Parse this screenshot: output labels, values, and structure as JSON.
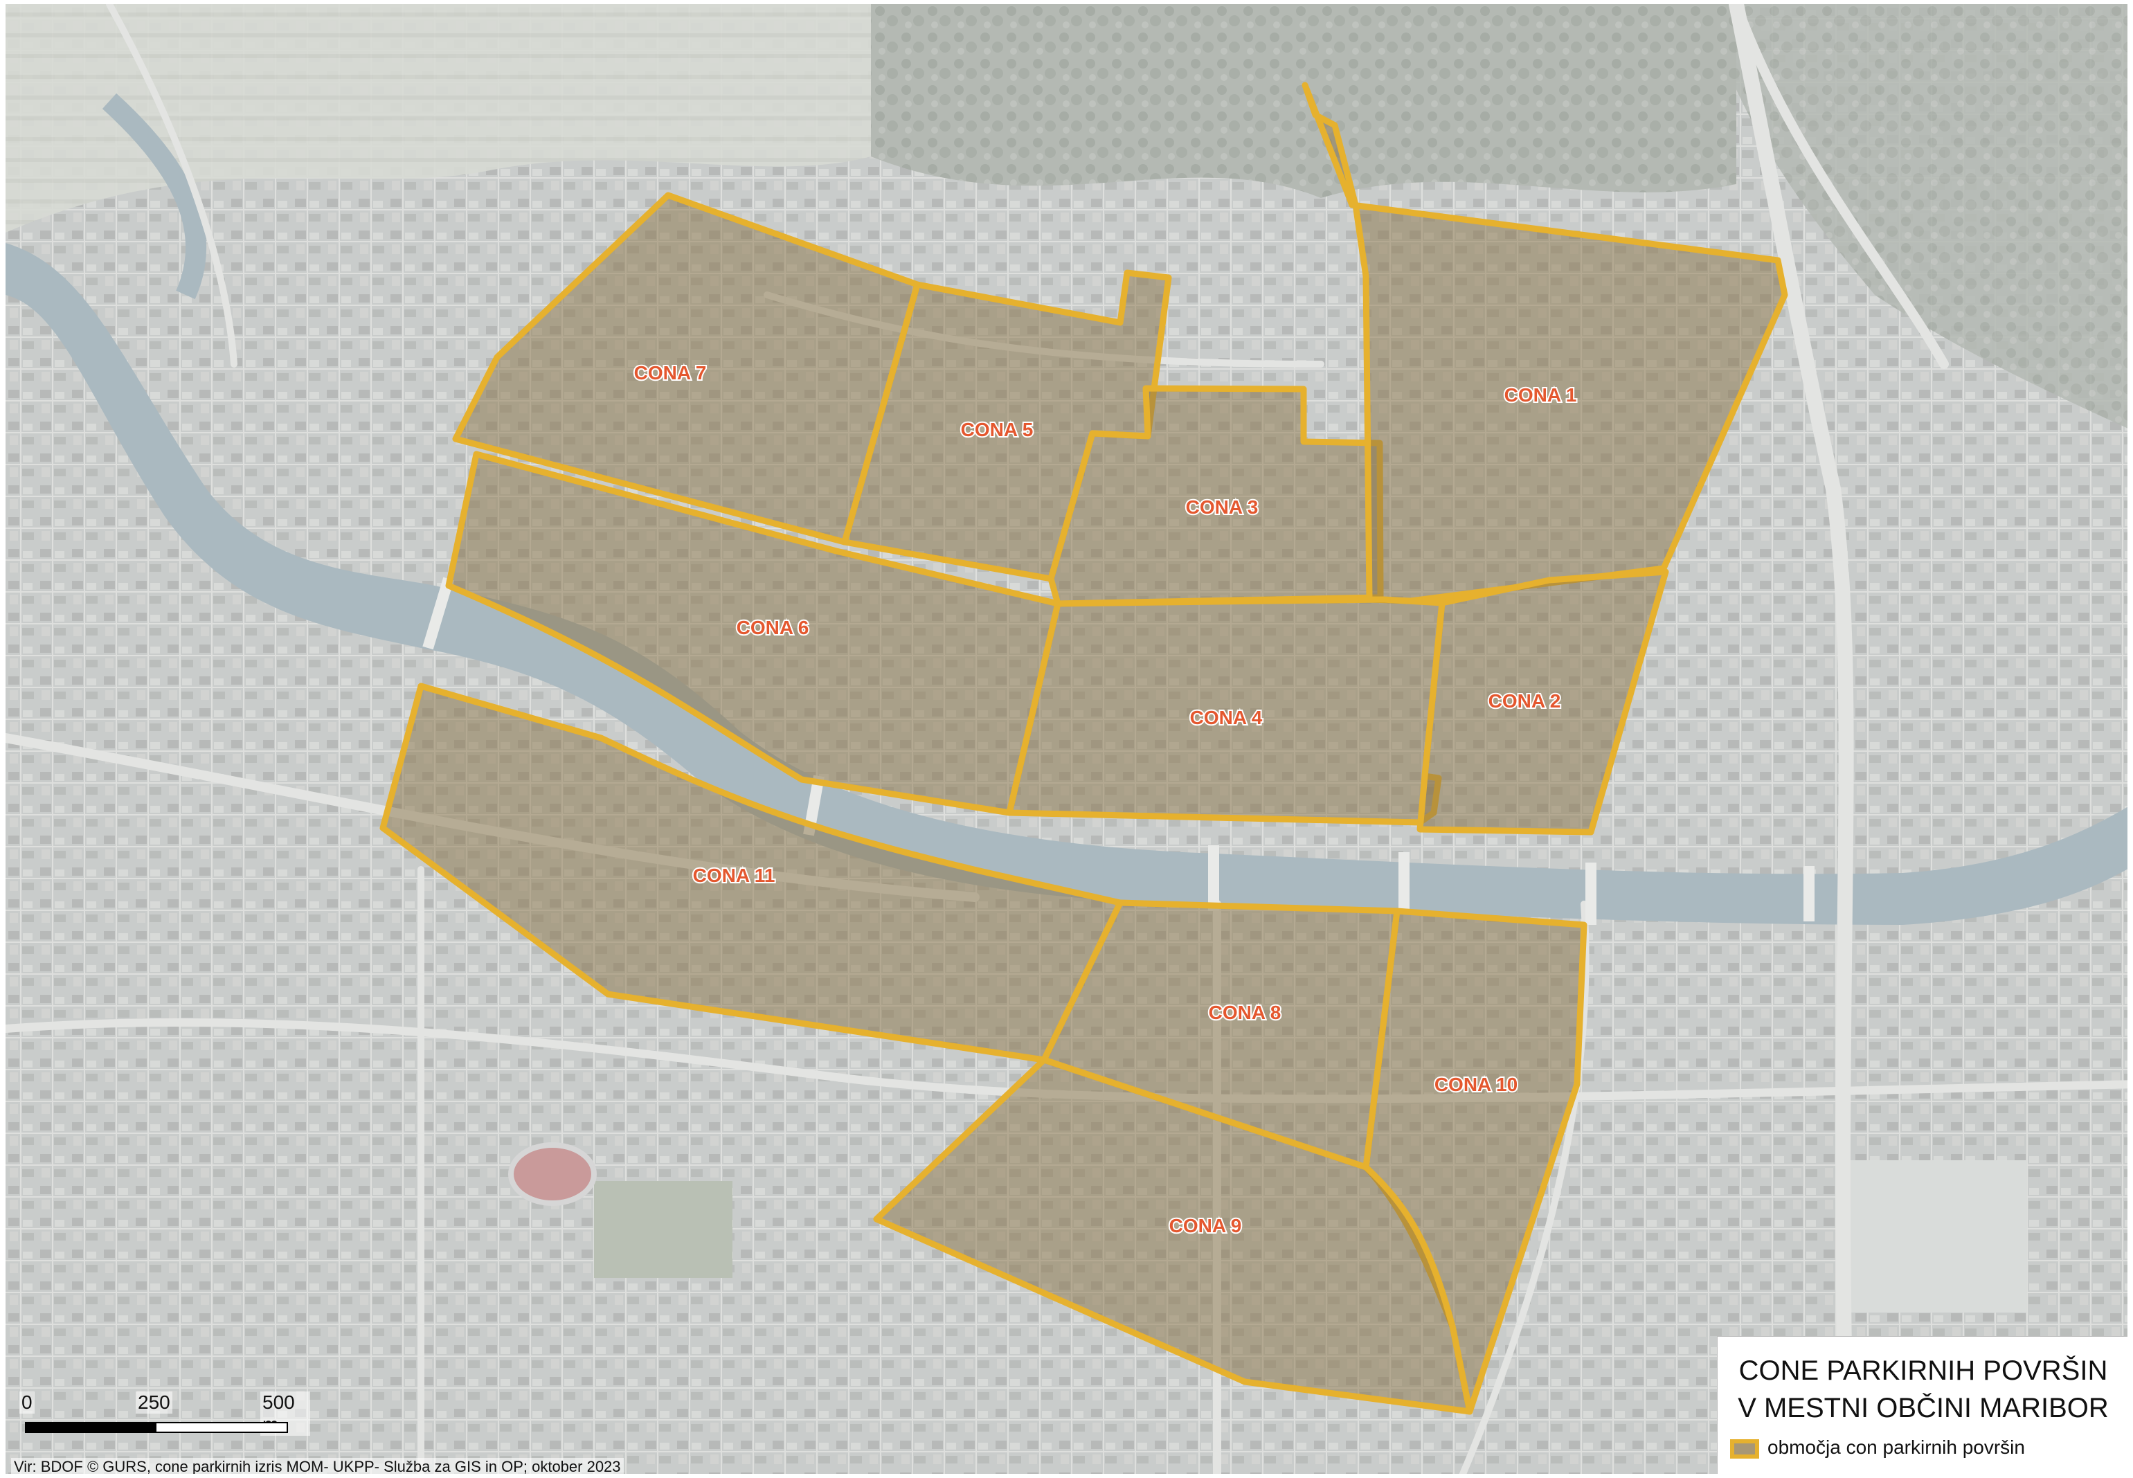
{
  "legend": {
    "title_line1": "CONE PARKIRNIH POVRŠIN",
    "title_line2": "V MESTNI OBČINI MARIBOR",
    "item_label": "območja con parkirnih površin"
  },
  "scale_bar": {
    "tick_0": "0",
    "tick_1": "250",
    "tick_2": "500 m"
  },
  "source_note": "Vir: BDOF © GURS, cone parkirnih izris MOM- UKPP- Služba za GIS in OP; oktober 2023",
  "zones": [
    {
      "id": "1",
      "label": "CONA 1"
    },
    {
      "id": "2",
      "label": "CONA 2"
    },
    {
      "id": "3",
      "label": "CONA 3"
    },
    {
      "id": "4",
      "label": "CONA 4"
    },
    {
      "id": "5",
      "label": "CONA 5"
    },
    {
      "id": "6",
      "label": "CONA 6"
    },
    {
      "id": "7",
      "label": "CONA 7"
    },
    {
      "id": "8",
      "label": "CONA 8"
    },
    {
      "id": "9",
      "label": "CONA 9"
    },
    {
      "id": "10",
      "label": "CONA 10"
    },
    {
      "id": "11",
      "label": "CONA 11"
    }
  ],
  "colors": {
    "zone_outline": "#e6b12e",
    "zone_fill": "#8a7448",
    "river": "#aab9c0",
    "label_text": "#e4572e"
  }
}
